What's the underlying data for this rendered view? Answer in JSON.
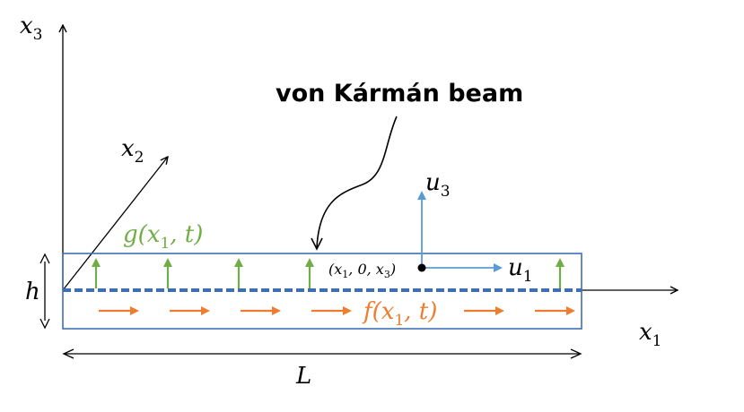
{
  "title": "von Kármán beam",
  "axes": {
    "x1": {
      "base": "x",
      "sub": "1"
    },
    "x2": {
      "base": "x",
      "sub": "2"
    },
    "x3": {
      "base": "x",
      "sub": "3"
    }
  },
  "displacements": {
    "u1": {
      "base": "u",
      "sub": "1"
    },
    "u3": {
      "base": "u",
      "sub": "3"
    }
  },
  "point": {
    "text": "(x",
    "sub": "1",
    "rest": ", 0, x",
    "sub2": "3",
    "close": ")"
  },
  "loads": {
    "g": {
      "pre": "g(x",
      "sub": "1",
      "post": ", t)"
    },
    "f": {
      "pre": "f(x",
      "sub": "1",
      "post": ", t)"
    }
  },
  "dimensions": {
    "thickness": "h",
    "length": "L"
  },
  "colors": {
    "beam_outline": "#3f6fb3",
    "midline": "#3f6fb3",
    "load_g": "#70ad47",
    "load_f": "#ed7d31",
    "displacement": "#5b9bd5",
    "axis": "#000000"
  }
}
